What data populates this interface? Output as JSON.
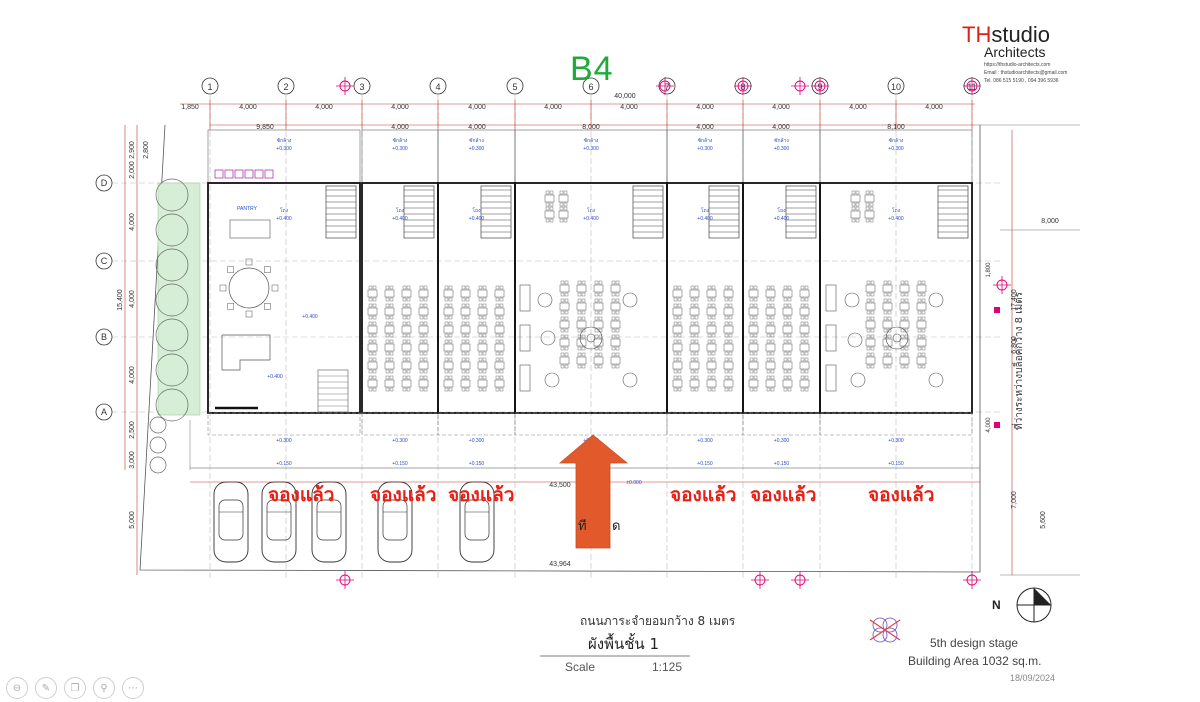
{
  "brand": {
    "th": "TH",
    "studio": "studio",
    "architects": "Architects",
    "url": "https://thstudio-architects.com",
    "email": "Email : thstudioarchitects@gmail.com",
    "tel": "Tel. 086 515 5190 , 094 396 5936"
  },
  "block_title": "B4",
  "grid_numbers": [
    "1",
    "2",
    "3",
    "4",
    "5",
    "6",
    "7",
    "8",
    "9",
    "10",
    "11"
  ],
  "grid_letters": [
    "D",
    "C",
    "B",
    "A"
  ],
  "dims_top": [
    "1,850",
    "4,000",
    "4,000",
    "4,000",
    "4,000",
    "4,000",
    "4,000",
    "4,000",
    "4,000",
    "4,000",
    "4,000",
    "40,000",
    "9,850",
    "4,000",
    "4,000",
    "8,000",
    "4,000",
    "4,000",
    "8,100"
  ],
  "dims_left": [
    "2,900",
    "2,000",
    "4,000",
    "4,000",
    "4,000",
    "15,400",
    "2,500",
    "3,000",
    "5,000",
    "2,800"
  ],
  "dims_right": [
    "8,000",
    "17,400",
    "6,800",
    "7,000",
    "5,600",
    "4,000",
    "1,800"
  ],
  "dims_bottom": [
    "43,500",
    "43,964",
    "±0.000"
  ],
  "reserved_label": "จองแล้ว",
  "road_label": "ถนนภาระจำยอมกว้าง 8 เมตร",
  "side_road_label": "ที่ว่างระหว่างบล็อคกว้าง 8 เมตร",
  "floor_plan_title": "ผังพื้นชั้น 1",
  "scale_label": "Scale",
  "scale_value": "1:125",
  "design_stage": "5th design stage",
  "building_area": "Building Area 1032 sq.m.",
  "date": "18/09/2024",
  "north_label": "N",
  "colors": {
    "red": "#e52016",
    "green": "#1faa3a",
    "arrow": "#e25a2c",
    "magenta": "#e0007a"
  },
  "icons": [
    "zoom-out-icon",
    "pen-icon",
    "copy-icon",
    "search-icon",
    "more-icon"
  ]
}
